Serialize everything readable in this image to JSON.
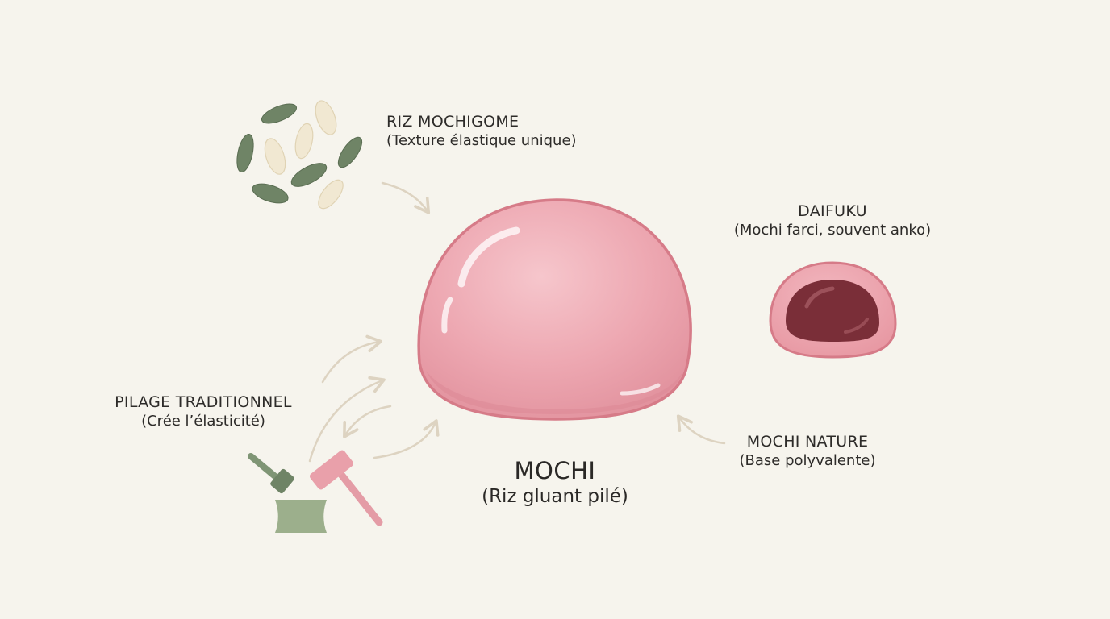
{
  "center": {
    "title": "MOCHI",
    "subtitle": "(Riz gluant pilé)"
  },
  "nodes": {
    "rice": {
      "title": "RIZ MOCHIGOME",
      "subtitle": "(Texture élastique unique)",
      "icon": "rice-grains-icon"
    },
    "daifuku": {
      "title": "DAIFUKU",
      "subtitle": "(Mochi farci, souvent anko)",
      "icon": "daifuku-icon"
    },
    "pounding": {
      "title": "PILAGE TRADITIONNEL",
      "subtitle": "(Crée l’élasticité)",
      "icon": "mortar-mallet-icon"
    },
    "plain": {
      "title": "MOCHI NATURE",
      "subtitle": "(Base polyvalente)"
    }
  },
  "colors": {
    "background": "#f6f4ed",
    "mochi_pink": "#e9a0aa",
    "mochi_outline": "#d67b88",
    "anko": "#7a2e38",
    "rice_green": "#6f8466",
    "rice_cream": "#f1e8d2",
    "arrow": "#ddd3c1",
    "mortar_green": "#9caf8c"
  }
}
